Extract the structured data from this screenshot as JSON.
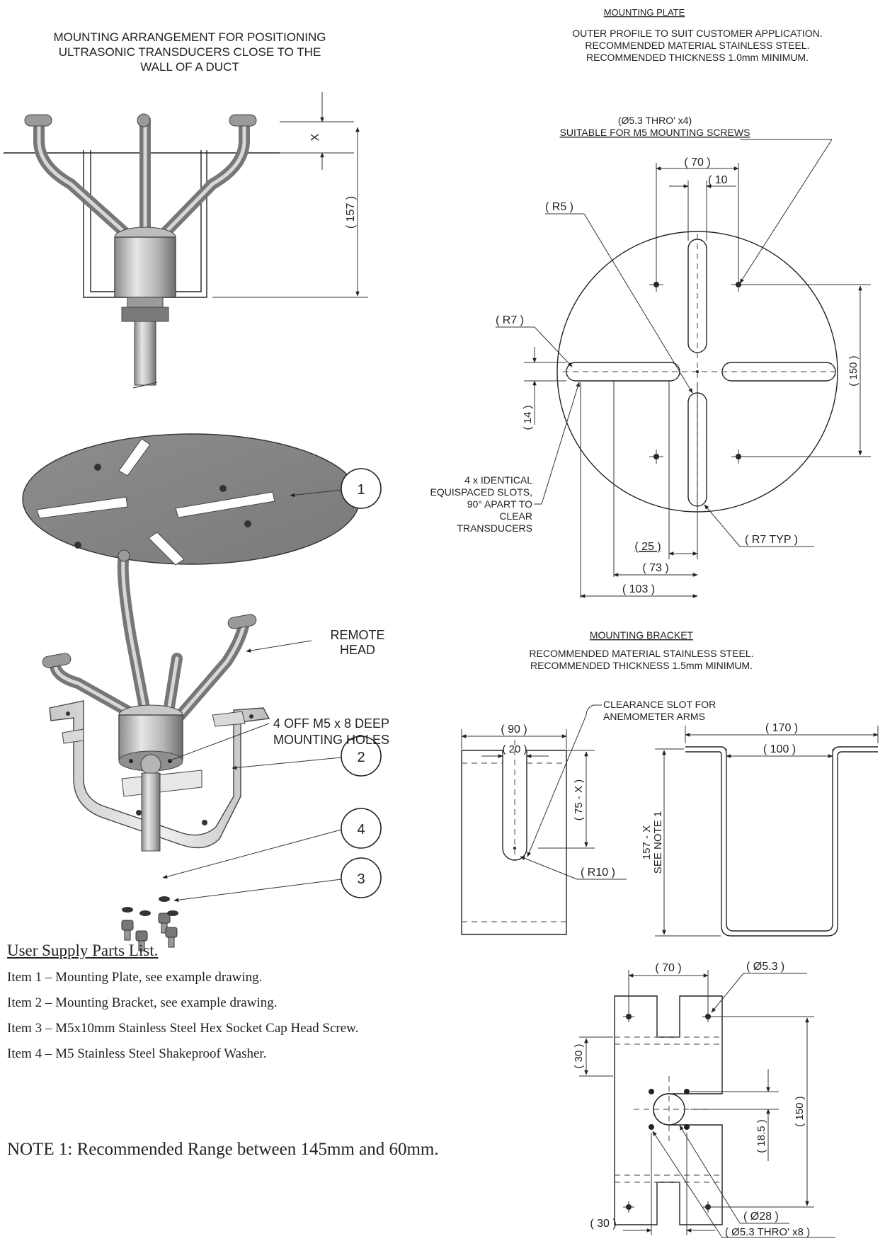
{
  "arrangement": {
    "title_lines": [
      "MOUNTING ARRANGEMENT FOR POSITIONING",
      "ULTRASONIC TRANSDUCERS CLOSE TO THE",
      "WALL OF A DUCT"
    ],
    "dim_x": "X",
    "dim_157": "( 157 )"
  },
  "exploded": {
    "balloons": [
      "1",
      "2",
      "4",
      "3"
    ],
    "remote_head_lines": [
      "REMOTE",
      "HEAD"
    ],
    "holes_lines": [
      "4 OFF M5 x 8 DEEP",
      "MOUNTING HOLES"
    ]
  },
  "plate": {
    "heading": "MOUNTING PLATE",
    "notes": [
      "OUTER PROFILE TO SUIT CUSTOMER APPLICATION.",
      "RECOMMENDED MATERIAL STAINLESS STEEL.",
      "RECOMMENDED THICKNESS 1.0mm MINIMUM."
    ],
    "hole_note": [
      "(Ø5.3 THRO' x4)",
      "SUITABLE FOR M5 MOUNTING SCREWS"
    ],
    "dim_70": "( 70 )",
    "dim_10": "( 10",
    "dim_r5": "( R5 )",
    "dim_r7": "( R7 )",
    "dim_14": "( 14 )",
    "dim_150": "( 150 )",
    "slots_lines": [
      "4 x IDENTICAL",
      "EQUISPACED SLOTS,",
      "90° APART TO",
      "CLEAR",
      "TRANSDUCERS"
    ],
    "dim_25": "( 25 )",
    "dim_73": "( 73 )",
    "dim_103": "( 103 )",
    "dim_r7typ": "( R7 TYP )"
  },
  "bracket": {
    "heading": "MOUNTING BRACKET",
    "notes": [
      "RECOMMENDED MATERIAL STAINLESS STEEL.",
      "RECOMMENDED THICKNESS 1.5mm MINIMUM."
    ],
    "slot_note": [
      "CLEARANCE SLOT FOR",
      "ANEMOMETER ARMS"
    ],
    "dim_90": "( 90 )",
    "dim_20": "( 20 )",
    "dim_75x": "( 75 - X )",
    "dim_r10": "( R10 )",
    "dim_157x_1": "157 - X",
    "dim_157x_2": "SEE NOTE 1",
    "dim_170": "( 170 )",
    "dim_100": "( 100 )",
    "dim_b70": "( 70 )",
    "dim_d53": "( Ø5.3 )",
    "dim_30a": "( 30 )",
    "dim_b150": "( 150 )",
    "dim_185": "( 18.5 )",
    "dim_30b": "( 30 )",
    "dim_d28": "( Ø28 )",
    "dim_d53x8": "( Ø5.3 THRO' x8 )"
  },
  "parts_list": {
    "title": "User Supply Parts List.",
    "items": [
      "Item 1 – Mounting Plate, see example drawing.",
      "Item 2 – Mounting Bracket, see example drawing.",
      "Item 3 – M5x10mm Stainless Steel Hex Socket Cap Head Screw.",
      "Item 4 – M5 Stainless Steel Shakeproof Washer."
    ]
  },
  "note1": "NOTE 1: Recommended Range between 145mm and 60mm."
}
